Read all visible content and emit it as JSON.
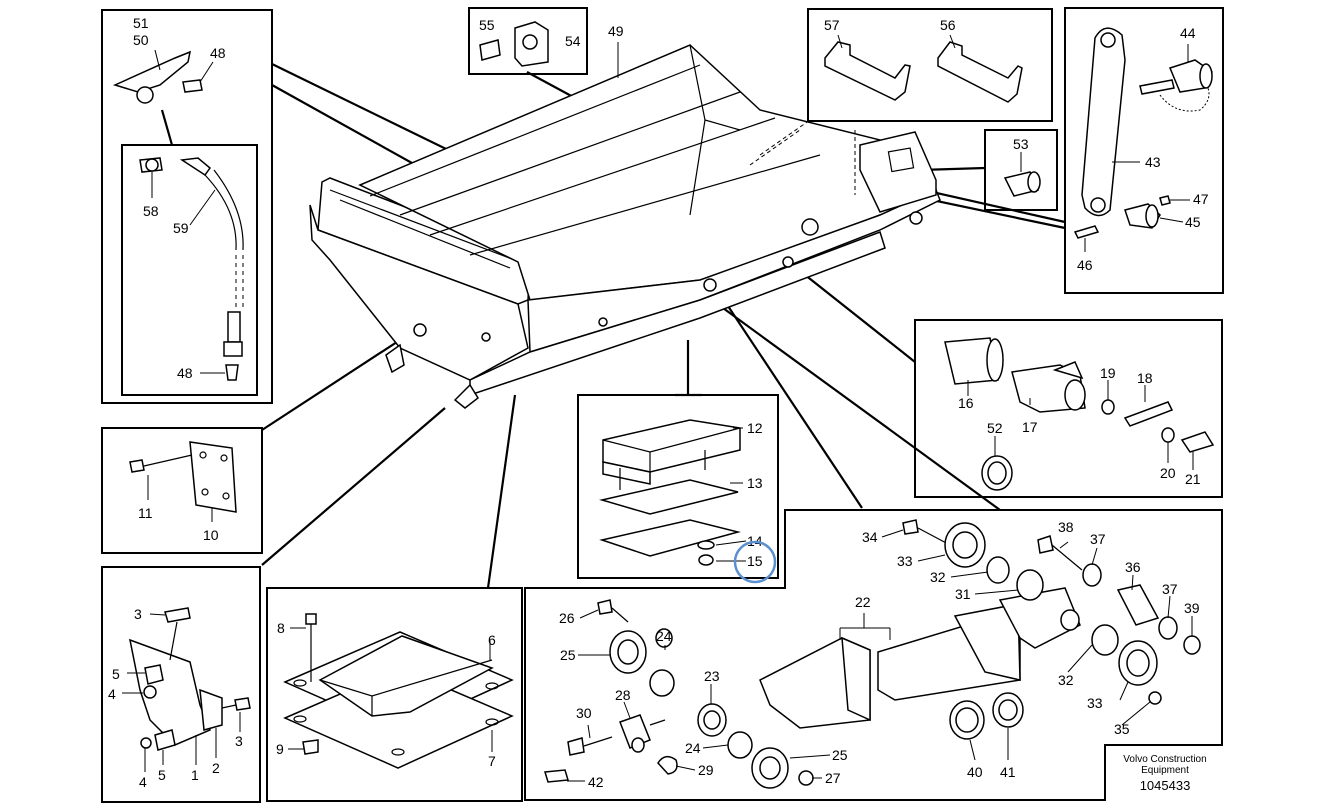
{
  "labels": {
    "l1": "1",
    "l2": "2",
    "l3a": "3",
    "l3b": "3",
    "l4a": "4",
    "l4b": "4",
    "l5a": "5",
    "l5b": "5",
    "l6": "6",
    "l7": "7",
    "l8": "8",
    "l9": "9",
    "l10": "10",
    "l11": "11",
    "l12": "12",
    "l13": "13",
    "l14": "14",
    "l15": "15",
    "l16": "16",
    "l17": "17",
    "l18": "18",
    "l19": "19",
    "l20": "20",
    "l21": "21",
    "l22": "22",
    "l23": "23",
    "l24a": "24",
    "l24b": "24",
    "l25a": "25",
    "l25b": "25",
    "l26": "26",
    "l27": "27",
    "l28": "28",
    "l29": "29",
    "l30": "30",
    "l31": "31",
    "l32a": "32",
    "l32b": "32",
    "l33a": "33",
    "l33b": "33",
    "l34": "34",
    "l35": "35",
    "l36": "36",
    "l37a": "37",
    "l37b": "37",
    "l38": "38",
    "l39": "39",
    "l40": "40",
    "l41": "41",
    "l42": "42",
    "l43": "43",
    "l44": "44",
    "l45": "45",
    "l46": "46",
    "l47": "47",
    "l48a": "48",
    "l48b": "48",
    "l49": "49",
    "l50": "50",
    "l51": "51",
    "l52": "52",
    "l53": "53",
    "l54": "54",
    "l55": "55",
    "l56": "56",
    "l57": "57",
    "l58": "58",
    "l59": "59"
  },
  "footer": {
    "brand_line1": "Volvo Construction",
    "brand_line2": "Equipment",
    "drawing_number": "1045433"
  },
  "highlight_color": "#5b8fd0"
}
